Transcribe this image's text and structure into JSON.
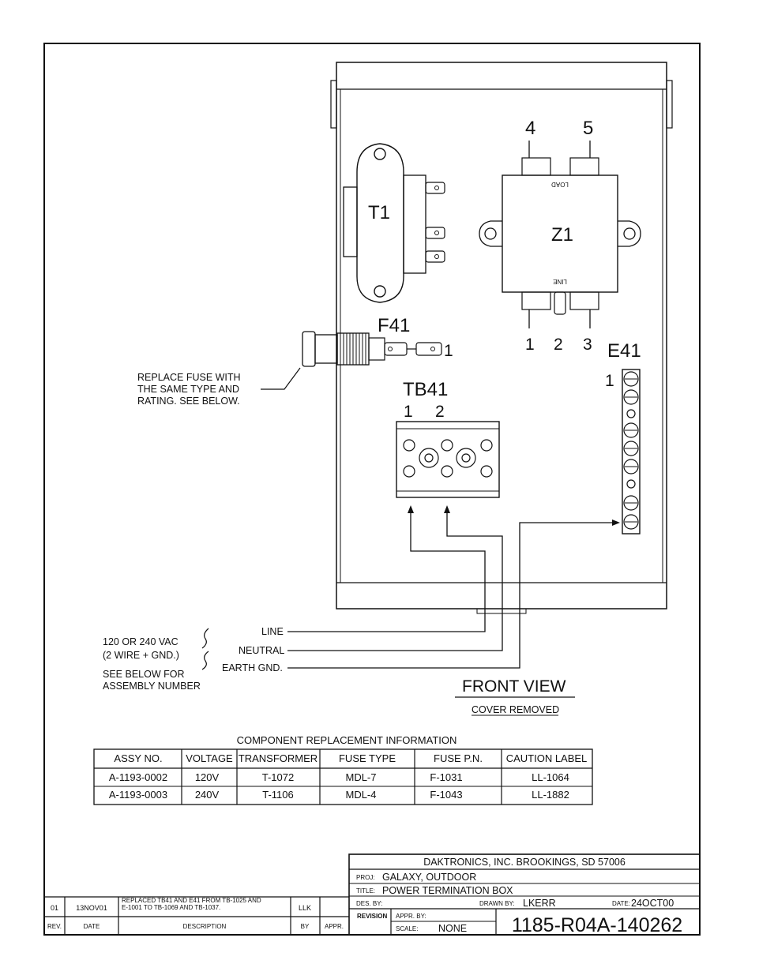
{
  "diagram": {
    "components": {
      "t1": "T1",
      "z1": "Z1",
      "f41": "F41",
      "f41_pin": "1",
      "tb41": "TB41",
      "tb41_pin1": "1",
      "tb41_pin2": "2",
      "e41": "E41",
      "e41_pin": "1",
      "z1_top_pin_4": "4",
      "z1_top_pin_5": "5",
      "z1_bottom_pin_1": "1",
      "z1_bottom_pin_2": "2",
      "z1_bottom_pin_3": "3",
      "z1_load": "LOAD",
      "z1_line": "LINE"
    },
    "fuse_note": [
      "REPLACE FUSE WITH",
      "THE SAME TYPE AND",
      "RATING.  SEE BELOW."
    ],
    "supply": {
      "voltage_lines": [
        "120 OR 240 VAC",
        "(2 WIRE + GND.)"
      ],
      "assembly_note": [
        "SEE BELOW FOR",
        "ASSEMBLY NUMBER"
      ],
      "line": "LINE",
      "neutral": "NEUTRAL",
      "earth": "EARTH GND."
    },
    "view_title": "FRONT VIEW",
    "view_subtitle": "COVER REMOVED"
  },
  "table": {
    "title": "COMPONENT REPLACEMENT INFORMATION",
    "headers": [
      "ASSY NO.",
      "VOLTAGE",
      "TRANSFORMER",
      "FUSE TYPE",
      "FUSE P.N.",
      "CAUTION LABEL"
    ],
    "rows": [
      [
        "A-1193-0002",
        "120V",
        "T-1072",
        "MDL-7",
        "F-1031",
        "LL-1064"
      ],
      [
        "A-1193-0003",
        "240V",
        "T-1106",
        "MDL-4",
        "F-1043",
        "LL-1882"
      ]
    ]
  },
  "revisions": {
    "headers": {
      "rev": "REV.",
      "date": "DATE",
      "description": "DESCRIPTION",
      "by": "BY",
      "appr": "APPR."
    },
    "rows": [
      {
        "rev": "01",
        "date": "13NOV01",
        "description": [
          "REPLACED TB41 AND E41 FROM TB-1025 AND",
          "E-1001 TO TB-1069 AND TB-1037."
        ],
        "by": "LLK",
        "appr": ""
      }
    ]
  },
  "title_block": {
    "company": "DAKTRONICS, INC.   BROOKINGS, SD  57006",
    "proj_label": "PROJ:",
    "proj": "GALAXY, OUTDOOR",
    "title_label": "TITLE:",
    "title": "POWER TERMINATION BOX",
    "des_label": "DES. BY:",
    "drawn_label": "DRAWN BY:",
    "drawn": "LKERR",
    "date_label": "DATE:",
    "date": "24OCT00",
    "revision_label": "REVISION",
    "appr_label": "APPR. BY:",
    "scale_label": "SCALE:",
    "scale": "NONE",
    "drawing_number": "1185-R04A-140262"
  }
}
